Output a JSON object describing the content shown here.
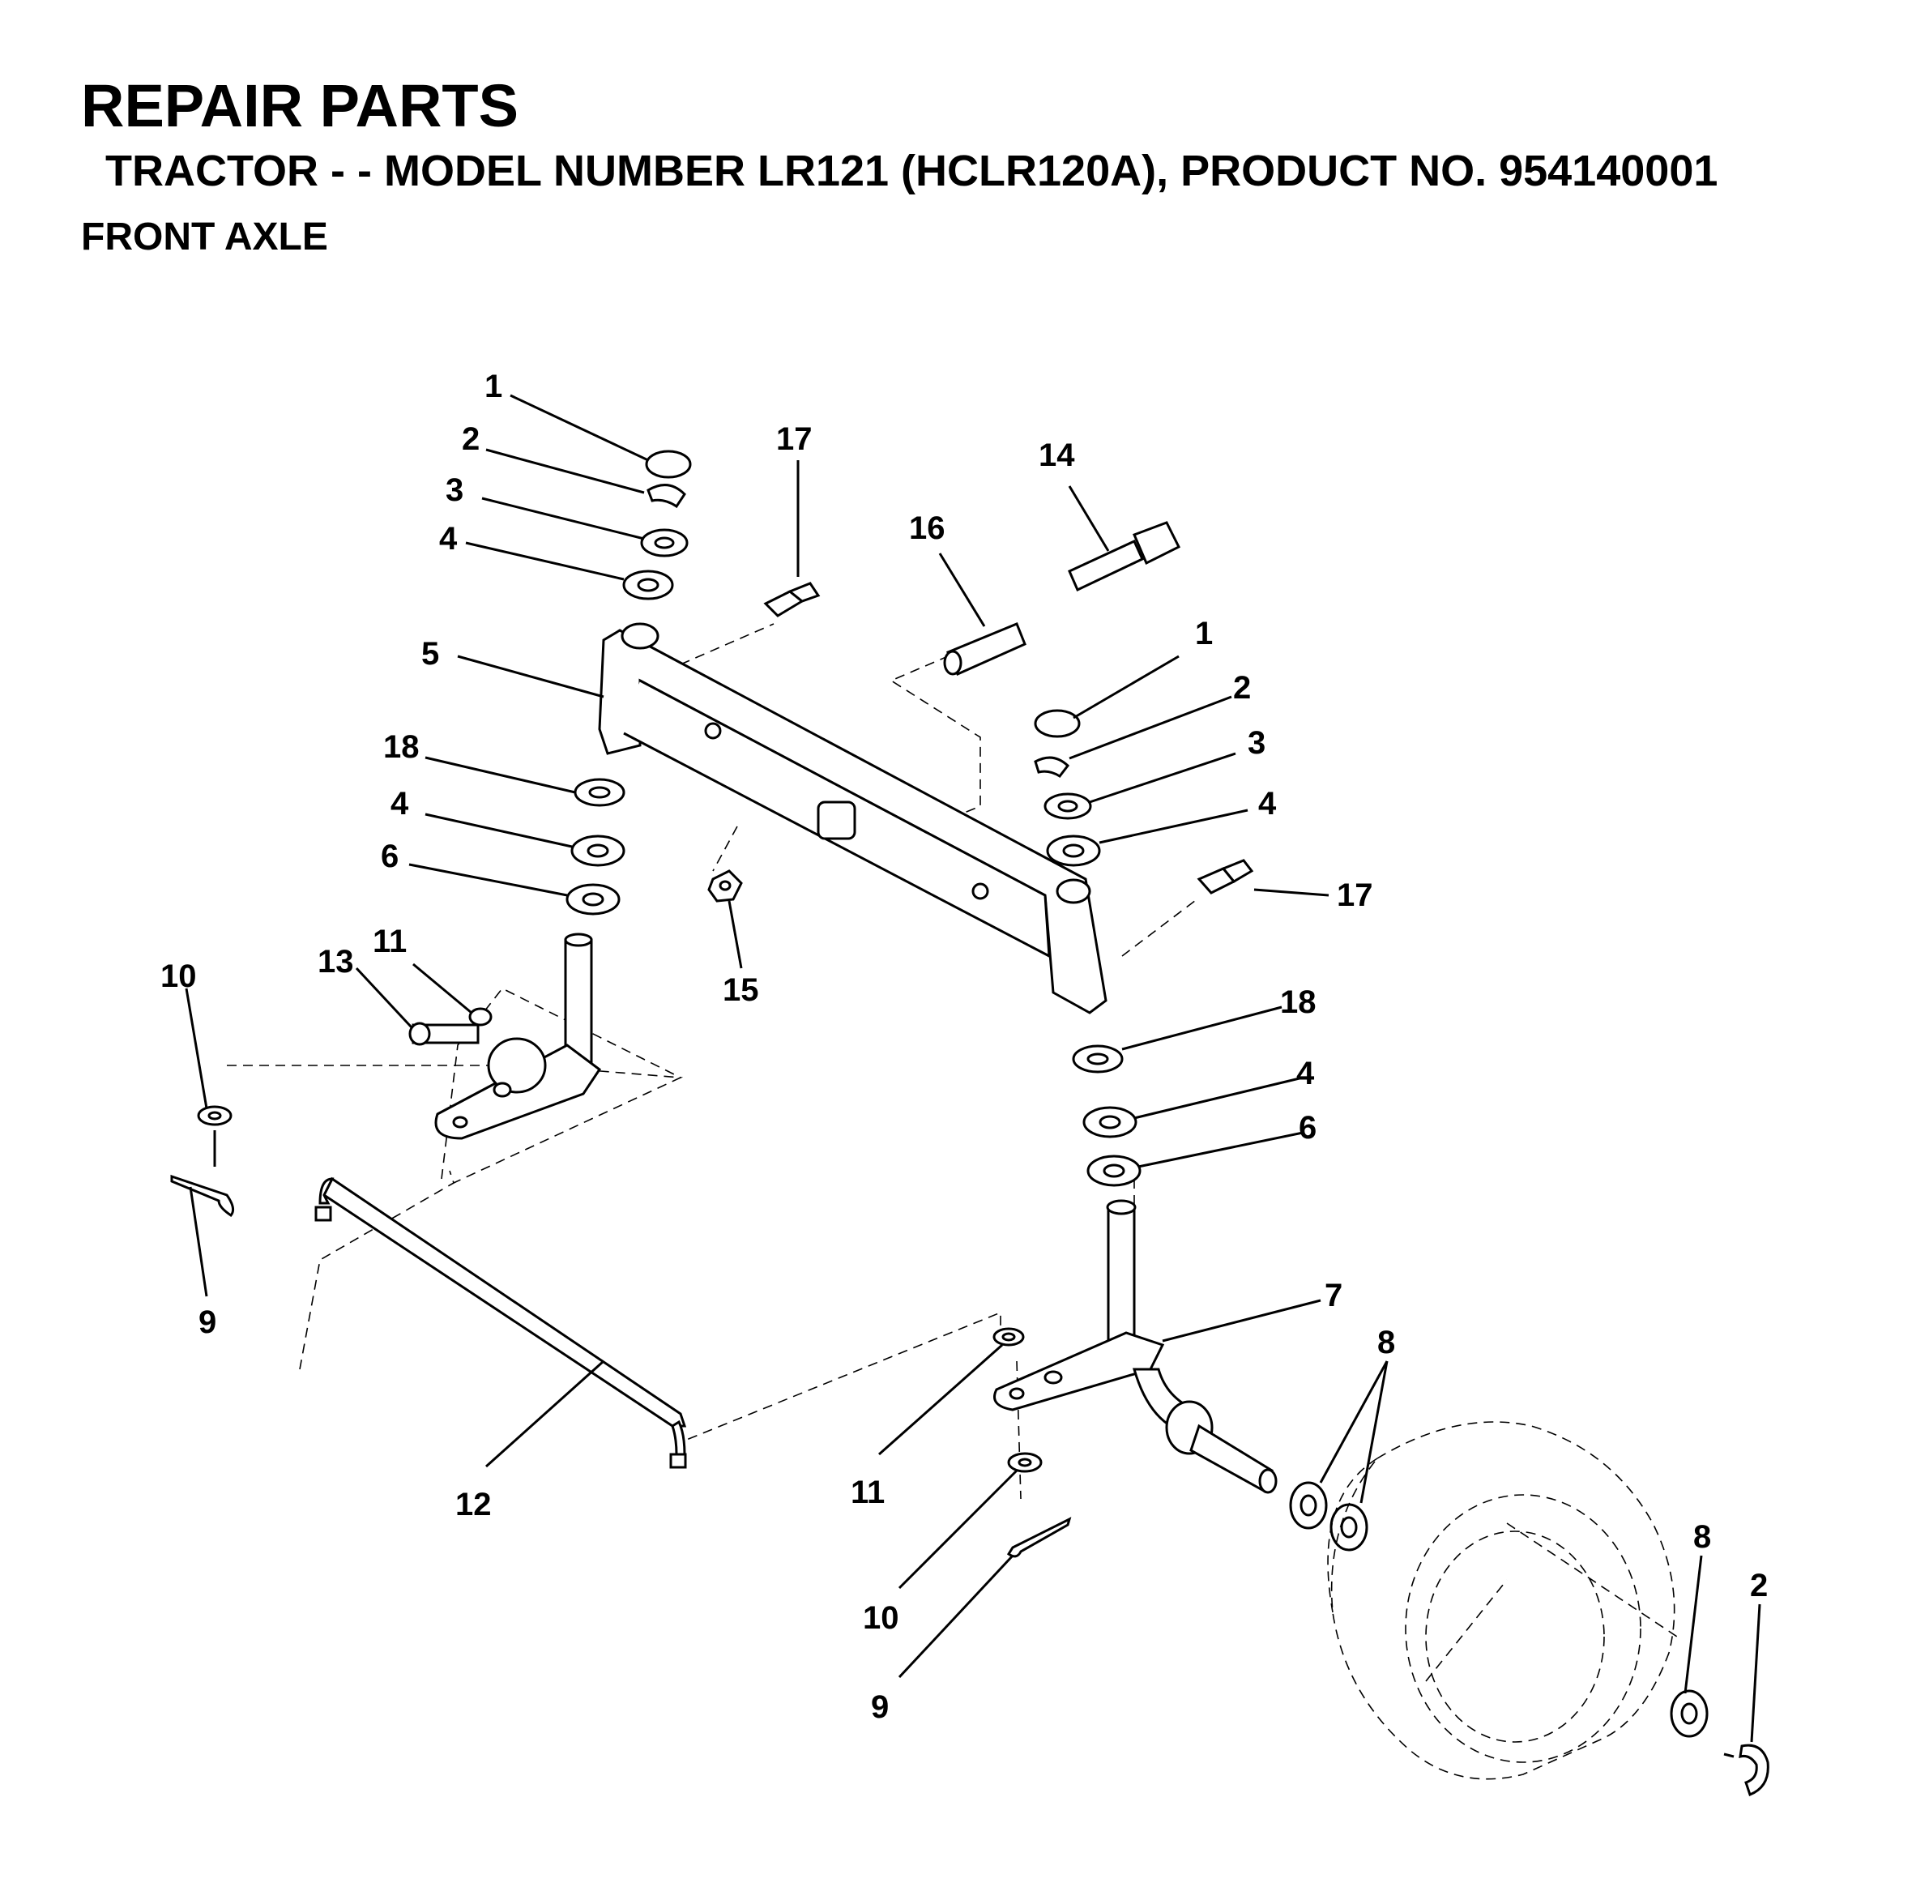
{
  "header": {
    "title": "REPAIR PARTS",
    "subtitle": "TRACTOR - - MODEL NUMBER LR121 (HCLR120A), PRODUCT NO. 954140001",
    "section": "FRONT AXLE"
  },
  "callouts": {
    "c1a": "1",
    "c2a": "2",
    "c3a": "3",
    "c4a": "4",
    "c5": "5",
    "c17a": "17",
    "c14": "14",
    "c16": "16",
    "c1b": "1",
    "c2b": "2",
    "c3b": "3",
    "c4b": "4",
    "c17b": "17",
    "c18a": "18",
    "c4c": "4",
    "c6a": "6",
    "c15": "15",
    "c10a": "10",
    "c13": "13",
    "c11a": "11",
    "c9a": "9",
    "c18b": "18",
    "c4d": "4",
    "c6b": "6",
    "c7": "7",
    "c8a": "8",
    "c12": "12",
    "c11b": "11",
    "c10b": "10",
    "c9b": "9",
    "c8b": "8",
    "c2c": "2"
  }
}
